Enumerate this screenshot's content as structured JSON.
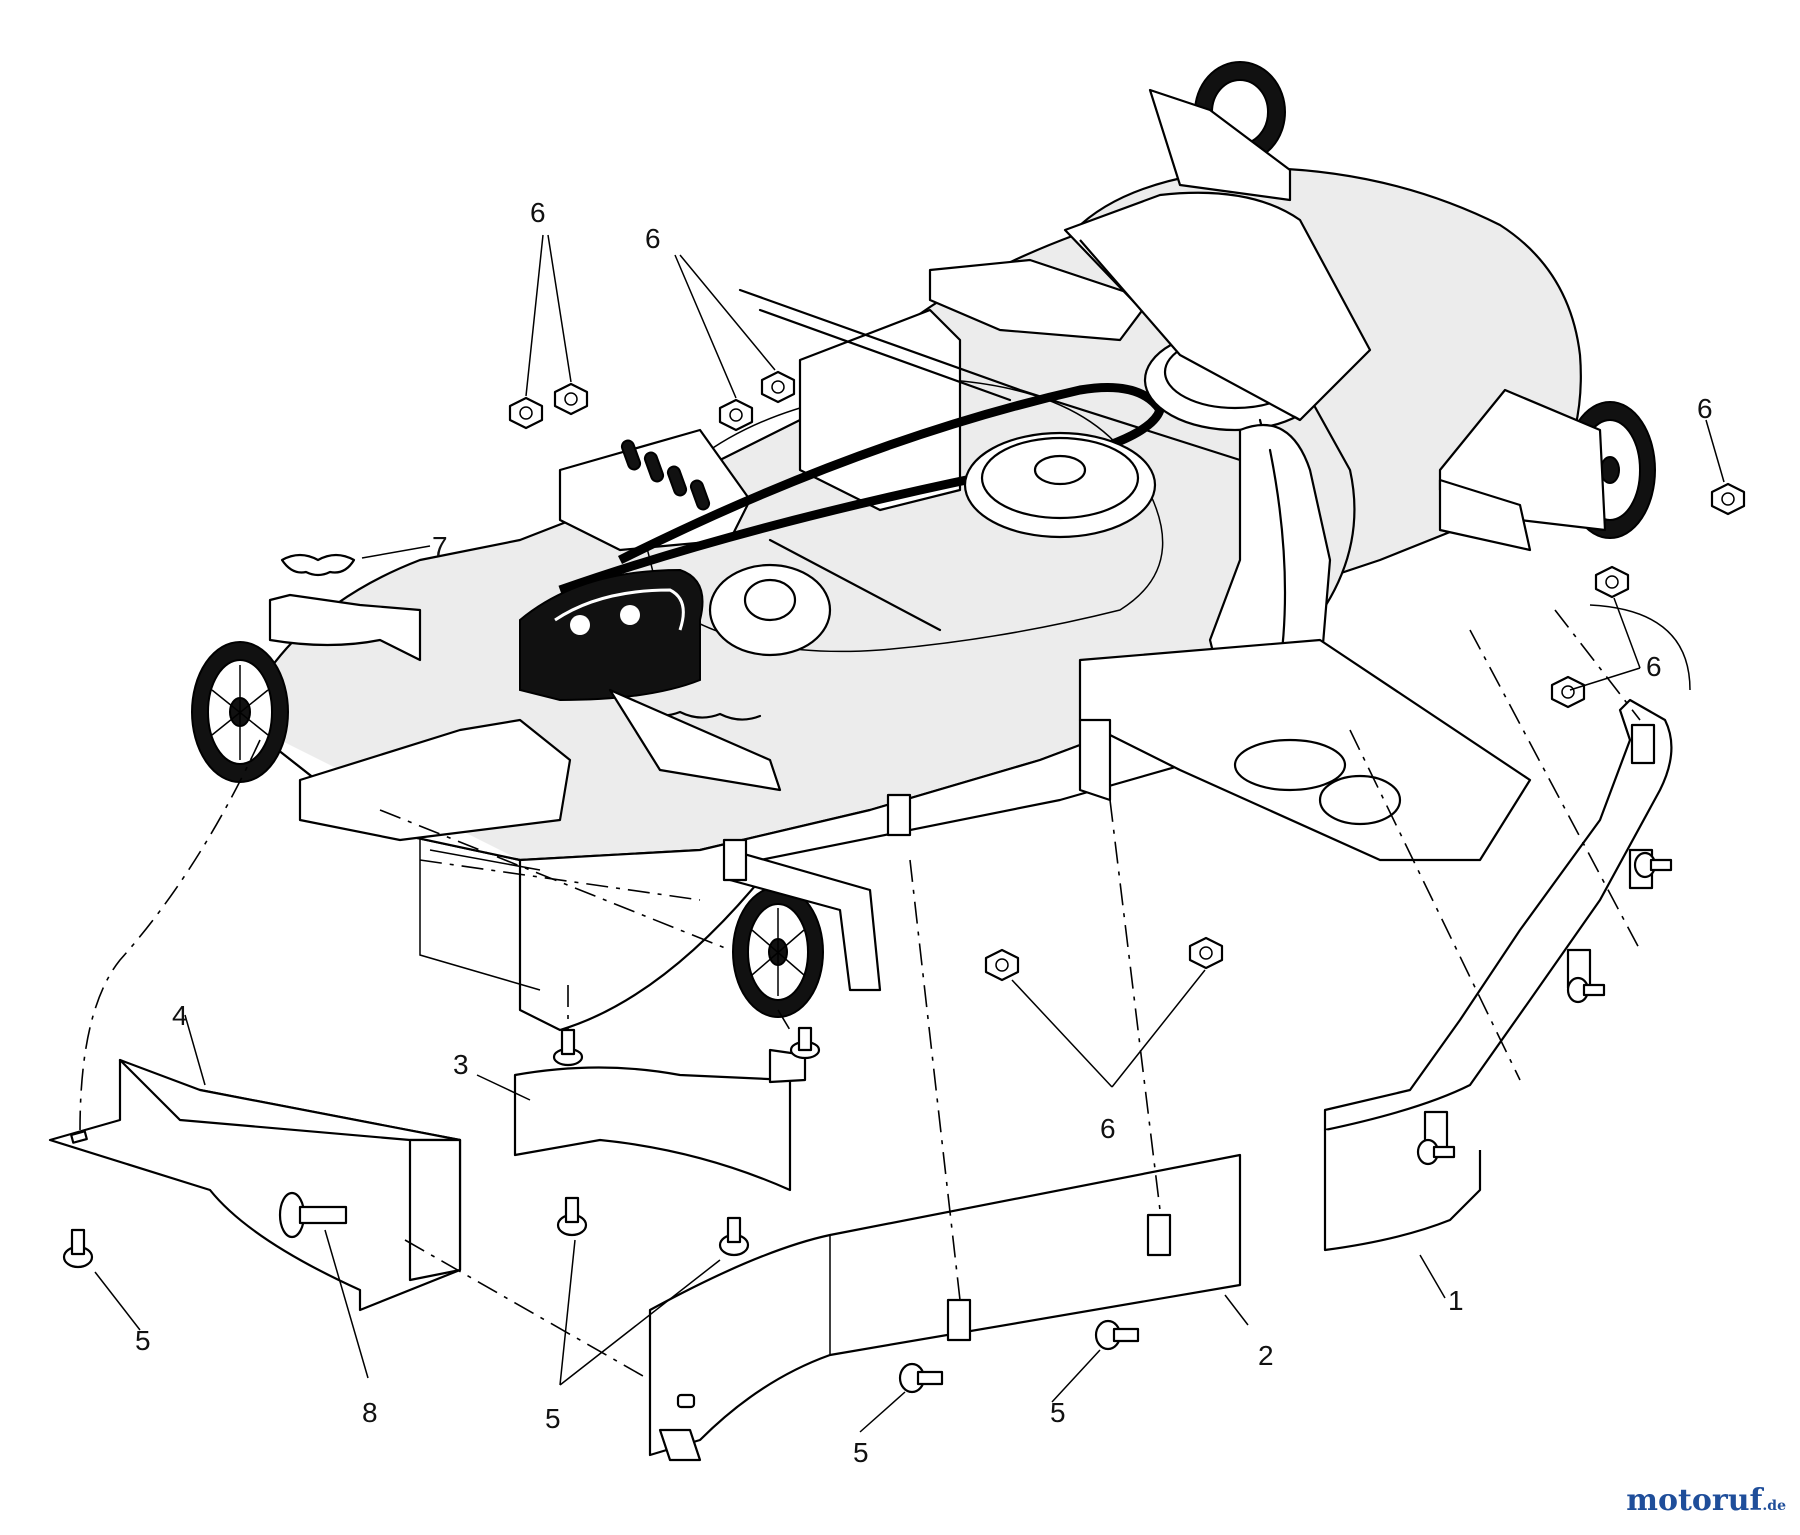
{
  "diagram": {
    "callouts": {
      "c1": "1",
      "c2": "2",
      "c3": "3",
      "c4": "4",
      "c5": "5",
      "c6": "6",
      "c7": "7",
      "c8": "8"
    }
  },
  "watermark": {
    "brand_main": "motoruf",
    "brand_suffix": ".de",
    "colors": {
      "primary": "#1f4e9a",
      "accent": "#e08a1a"
    }
  }
}
